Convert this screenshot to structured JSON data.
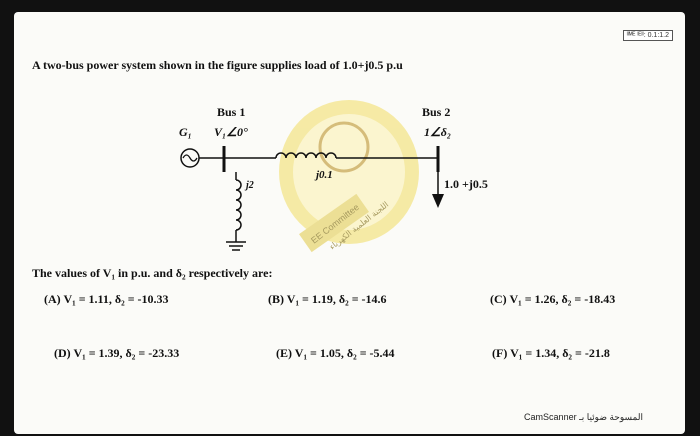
{
  "header": {
    "timer_text": "ᴵᴵᴹᴱ ᴵᴱᴵᴵ: 0.1:1.2"
  },
  "question": {
    "text": "A two-bus power system shown in the figure supplies load of 1.0+j0.5 p.u"
  },
  "circuit": {
    "bus1_label": "Bus 1",
    "bus1_voltage": "V₁∠0°",
    "generator_label": "G₁",
    "bus2_label": "Bus 2",
    "bus2_voltage": "1∠δ₂",
    "line_impedance": "j0.1",
    "shunt_impedance": "j2",
    "load_value": "1.0 +j0.5"
  },
  "prompt": {
    "text": "The values of V₁ in p.u. and δ₂ respectively are:"
  },
  "options": {
    "A": "(A) V₁ = 1.11, δ₂ = -10.33",
    "B": "(B) V₁ = 1.19, δ₂ = -14.6",
    "C": "(C) V₁ = 1.26, δ₂ = -18.43",
    "D": "(D) V₁ = 1.39, δ₂ = -23.33",
    "E": "(E) V₁ = 1.05, δ₂ = -5.44",
    "F": "(F) V₁ = 1.34, δ₂ = -21.8"
  },
  "watermark": {
    "line1": "EE Committee",
    "line2": "اللجنة العلمية الكهرباء"
  },
  "footer": {
    "scanner_text": "CamScanner المسوحة ضوئيا بـ"
  },
  "colors": {
    "watermark_yellow": "#f2e27a",
    "ink": "#111111",
    "background": "#111111"
  }
}
